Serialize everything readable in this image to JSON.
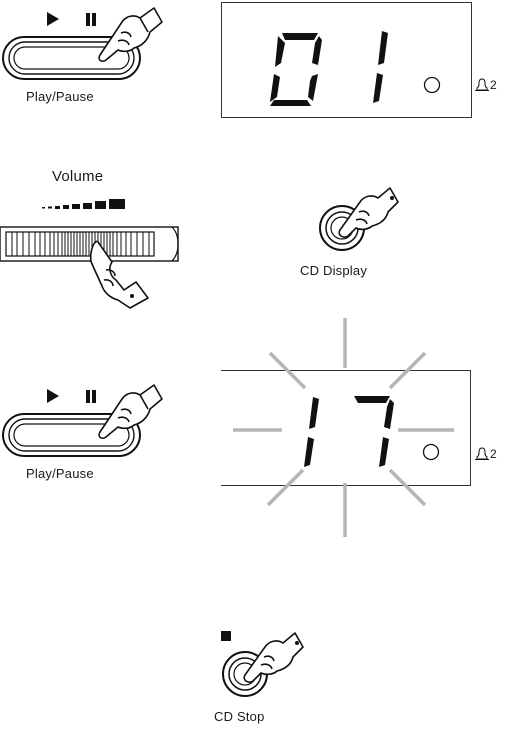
{
  "panels": {
    "play_pause_top": {
      "label": "Play/Pause"
    },
    "volume": {
      "label": "Volume"
    },
    "cd_display": {
      "label": "CD Display"
    },
    "play_pause_bottom": {
      "label": "Play/Pause"
    },
    "cd_stop": {
      "label": "CD Stop"
    }
  },
  "lcd_top": {
    "digits": "01",
    "alarm_number": "2"
  },
  "lcd_bottom": {
    "digits": "17",
    "alarm_number": "2",
    "flashing": true
  },
  "icons": [
    "play-icon",
    "pause-icon",
    "stop-icon",
    "bell-icon",
    "hand-pointer-icon",
    "disc-indicator-icon"
  ],
  "colors": {
    "ink": "#111111",
    "flash_rays": "#b5b5b5"
  }
}
